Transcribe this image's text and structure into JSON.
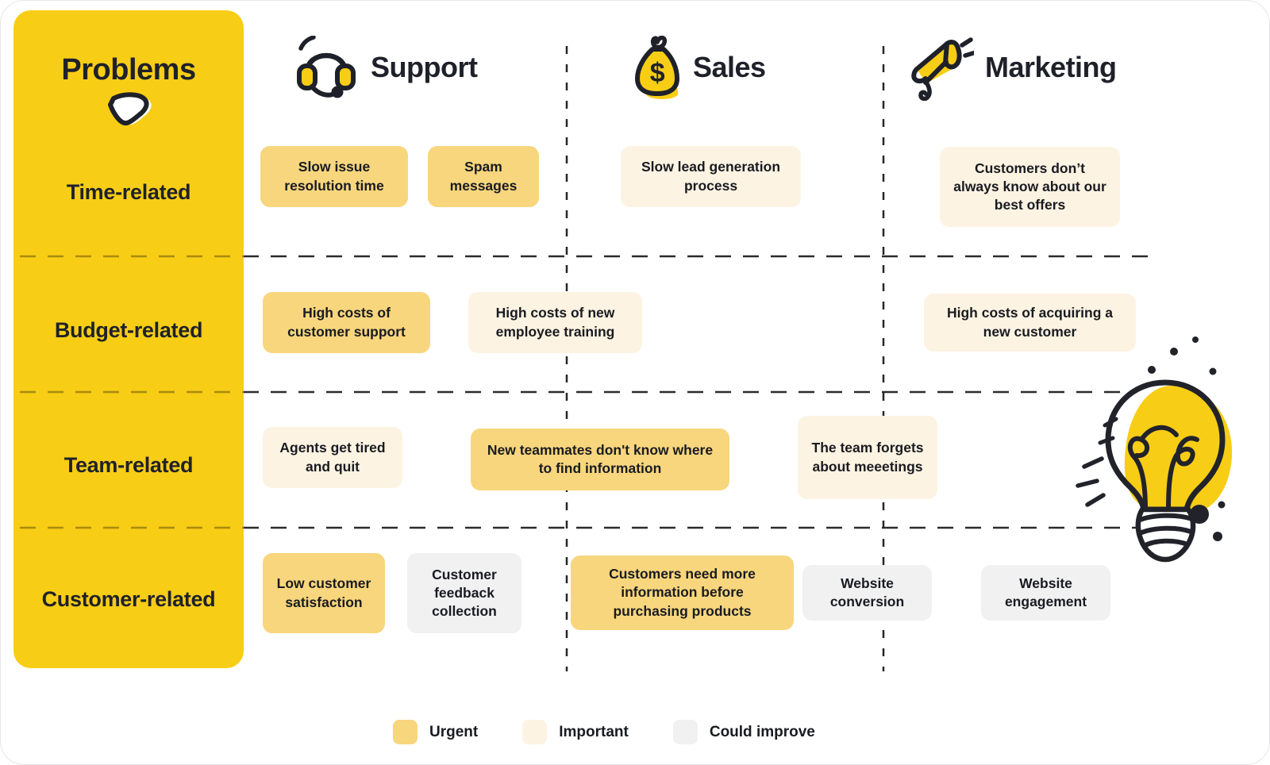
{
  "sidebar": {
    "title": "Problems",
    "rows": [
      {
        "label": "Time-related"
      },
      {
        "label": "Budget-related"
      },
      {
        "label": "Team-related"
      },
      {
        "label": "Customer-related"
      }
    ]
  },
  "columns": [
    {
      "label": "Support",
      "icon": "headset-icon"
    },
    {
      "label": "Sales",
      "icon": "money-bag-icon"
    },
    {
      "label": "Marketing",
      "icon": "megaphone-icon"
    }
  ],
  "cards": [
    {
      "text": "Slow issue resolution time",
      "priority": "Urgent",
      "row": "Time-related",
      "column": "Support"
    },
    {
      "text": "Spam messages",
      "priority": "Urgent",
      "row": "Time-related",
      "column": "Support"
    },
    {
      "text": "Slow lead generation process",
      "priority": "Important",
      "row": "Time-related",
      "column": "Sales"
    },
    {
      "text": "Customers don’t always know about our best offers",
      "priority": "Important",
      "row": "Time-related",
      "column": "Marketing"
    },
    {
      "text": "High costs of customer support",
      "priority": "Urgent",
      "row": "Budget-related",
      "column": "Support"
    },
    {
      "text": "High costs of new employee training",
      "priority": "Important",
      "row": "Budget-related",
      "column": "Support"
    },
    {
      "text": "High costs of acquiring a new customer",
      "priority": "Important",
      "row": "Budget-related",
      "column": "Marketing"
    },
    {
      "text": "Agents get tired and quit",
      "priority": "Important",
      "row": "Team-related",
      "column": "Support"
    },
    {
      "text": "New teammates don't know where to find information",
      "priority": "Urgent",
      "row": "Team-related",
      "column": "Support"
    },
    {
      "text": "The team forgets about meeetings",
      "priority": "Important",
      "row": "Team-related",
      "column": "Sales"
    },
    {
      "text": "Low customer satisfaction",
      "priority": "Urgent",
      "row": "Customer-related",
      "column": "Support"
    },
    {
      "text": "Customer feedback collection",
      "priority": "Could improve",
      "row": "Customer-related",
      "column": "Support"
    },
    {
      "text": "Customers need more information before purchasing products",
      "priority": "Urgent",
      "row": "Customer-related",
      "column": "Sales"
    },
    {
      "text": "Website conversion",
      "priority": "Could improve",
      "row": "Customer-related",
      "column": "Sales"
    },
    {
      "text": "Website engagement",
      "priority": "Could improve",
      "row": "Customer-related",
      "column": "Marketing"
    }
  ],
  "legend": {
    "items": [
      {
        "label": "Urgent",
        "color": "#F8D67D"
      },
      {
        "label": "Important",
        "color": "#FDF3E2"
      },
      {
        "label": "Could improve",
        "color": "#F1F1F2"
      }
    ]
  },
  "colors": {
    "accent_yellow": "#F8CD15",
    "urgent": "#F8D67D",
    "important": "#FDF3E2",
    "could_improve": "#F1F1F2",
    "text_dark": "#1F212A"
  }
}
